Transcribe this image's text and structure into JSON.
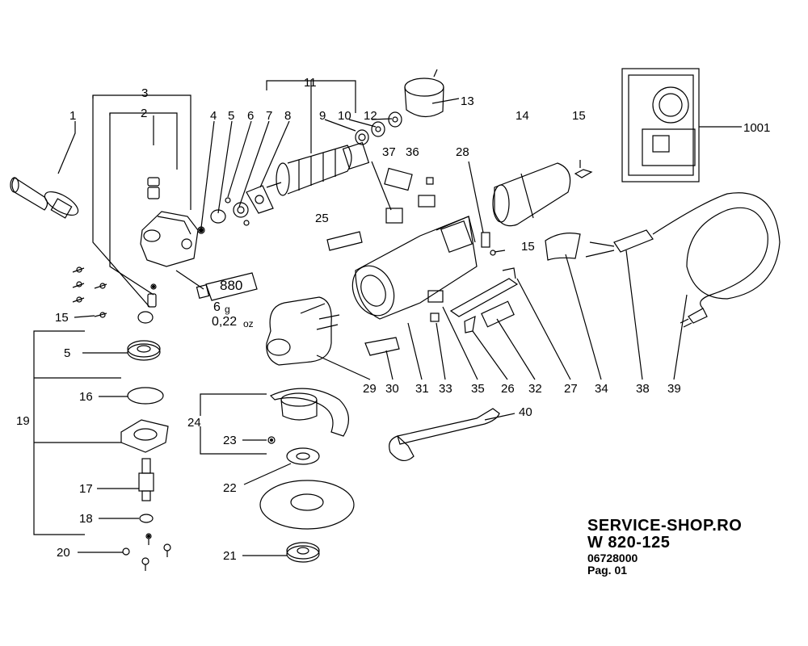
{
  "labels": {
    "l1": "1",
    "l2": "2",
    "l3": "3",
    "l4": "4",
    "l5a": "5",
    "l6": "6",
    "l7": "7",
    "l8": "8",
    "l9": "9",
    "l10": "10",
    "l11": "11",
    "l12": "12",
    "l13": "13",
    "l14": "14",
    "l15a": "15",
    "l15b": "15",
    "l15c": "15",
    "l1001": "1001",
    "l37": "37",
    "l36": "36",
    "l28": "28",
    "l25": "25",
    "l5b": "5",
    "l16": "16",
    "l19": "19",
    "l17": "17",
    "l18": "18",
    "l20": "20",
    "l24": "24",
    "l23": "23",
    "l22": "22",
    "l21": "21",
    "l40": "40",
    "l29": "29",
    "l30": "30",
    "l31": "31",
    "l33": "33",
    "l35": "35",
    "l26": "26",
    "l32": "32",
    "l27": "27",
    "l34": "34",
    "l38": "38",
    "l39": "39"
  },
  "grease": {
    "tube_code": "880",
    "weight_g": "6",
    "unit_g": "g",
    "weight_oz": "0,22",
    "unit_oz": "oz"
  },
  "brand": {
    "site": "SERVICE-SHOP.RO",
    "model": "W 820-125",
    "part_no": "06728000",
    "page": "Pag. 01"
  }
}
